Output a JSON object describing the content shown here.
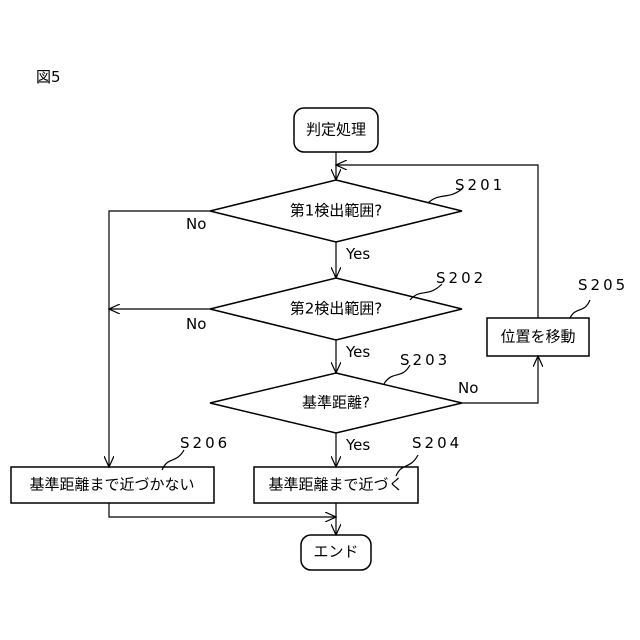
{
  "figure_label": "図5",
  "start": "判定処理",
  "end": "エンド",
  "decisions": [
    {
      "text": "第1検出範囲?",
      "step": "S201"
    },
    {
      "text": "第2検出範囲?",
      "step": "S202"
    },
    {
      "text": "基準距離?",
      "step": "S203"
    }
  ],
  "processes": [
    {
      "text": "基準距離まで近づく",
      "step": "S204"
    },
    {
      "text": "位置を移動",
      "step": "S205"
    },
    {
      "text": "基準距離まで近づかない",
      "step": "S206"
    }
  ],
  "edge_labels": {
    "yes1": "Yes",
    "yes2": "Yes",
    "yes3": "Yes",
    "no1": "No",
    "no2": "No",
    "no3": "No"
  }
}
